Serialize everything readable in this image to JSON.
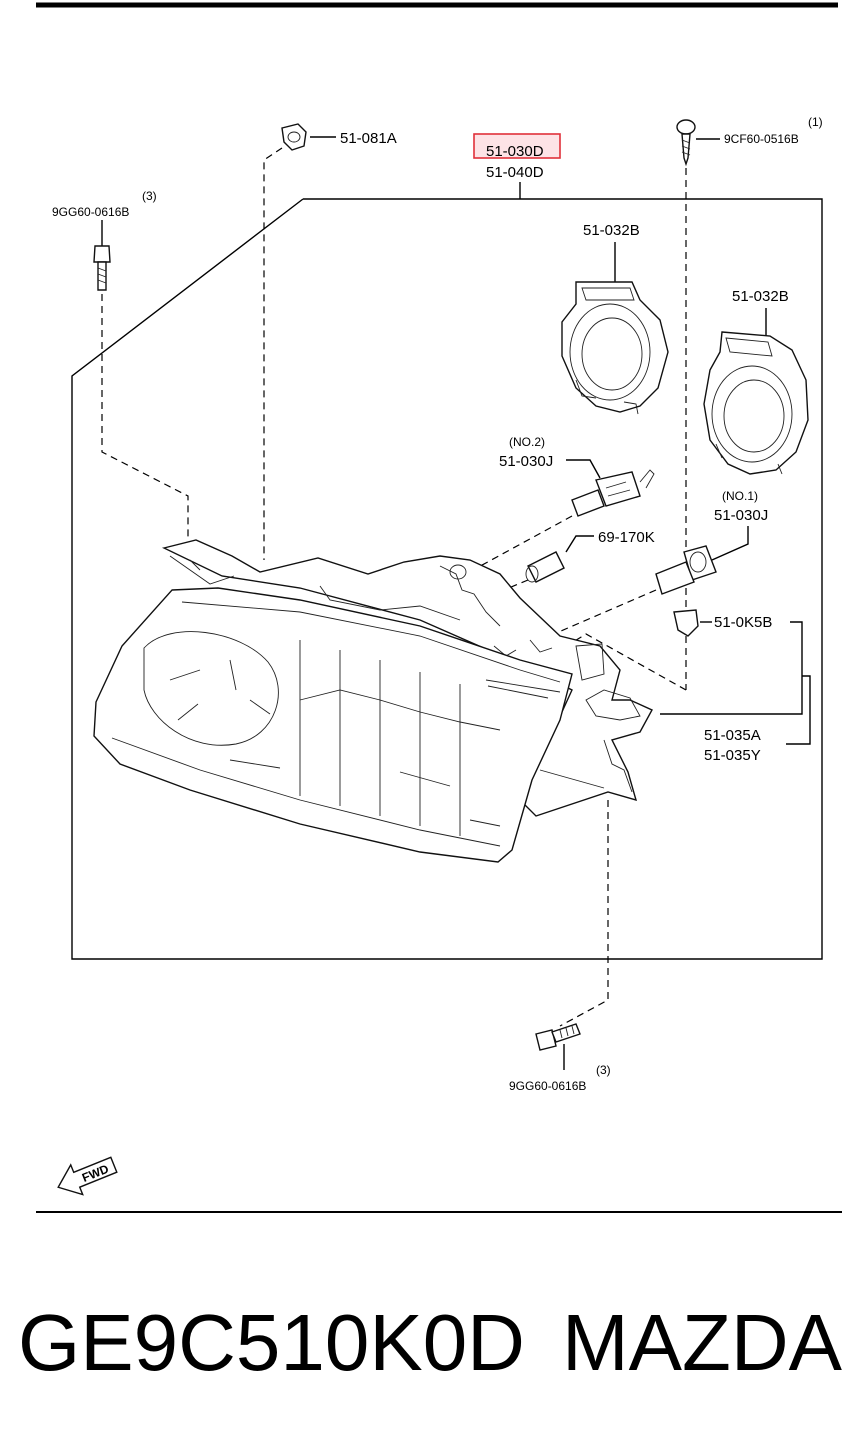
{
  "labels": {
    "clip_top": "51-081A",
    "highlighted_part": "51-030D",
    "assembly": "51-040D",
    "screw_top_qty": "(1)",
    "screw_top": "9CF60-0516B",
    "bolt_left_qty": "(3)",
    "bolt_left": "9GG60-0616B",
    "bulb_socket_1": "51-032B",
    "bulb_socket_2": "51-032B",
    "bulb_no2_tag": "(NO.2)",
    "bulb_no2": "51-030J",
    "bulb_small": "69-170K",
    "bulb_no1_tag": "(NO.1)",
    "bulb_no1": "51-030J",
    "clip_right": "51-0K5B",
    "bracket_a": "51-035A",
    "bracket_y": "51-035Y",
    "bolt_bottom_qty": "(3)",
    "bolt_bottom": "9GG60-0616B",
    "fwd": "FWD"
  },
  "footer": {
    "part_number": "GE9C510K0D",
    "brand": "MAZDA"
  },
  "colors": {
    "highlight_border": "#e0303a",
    "highlight_fill": "#fde3e6"
  }
}
